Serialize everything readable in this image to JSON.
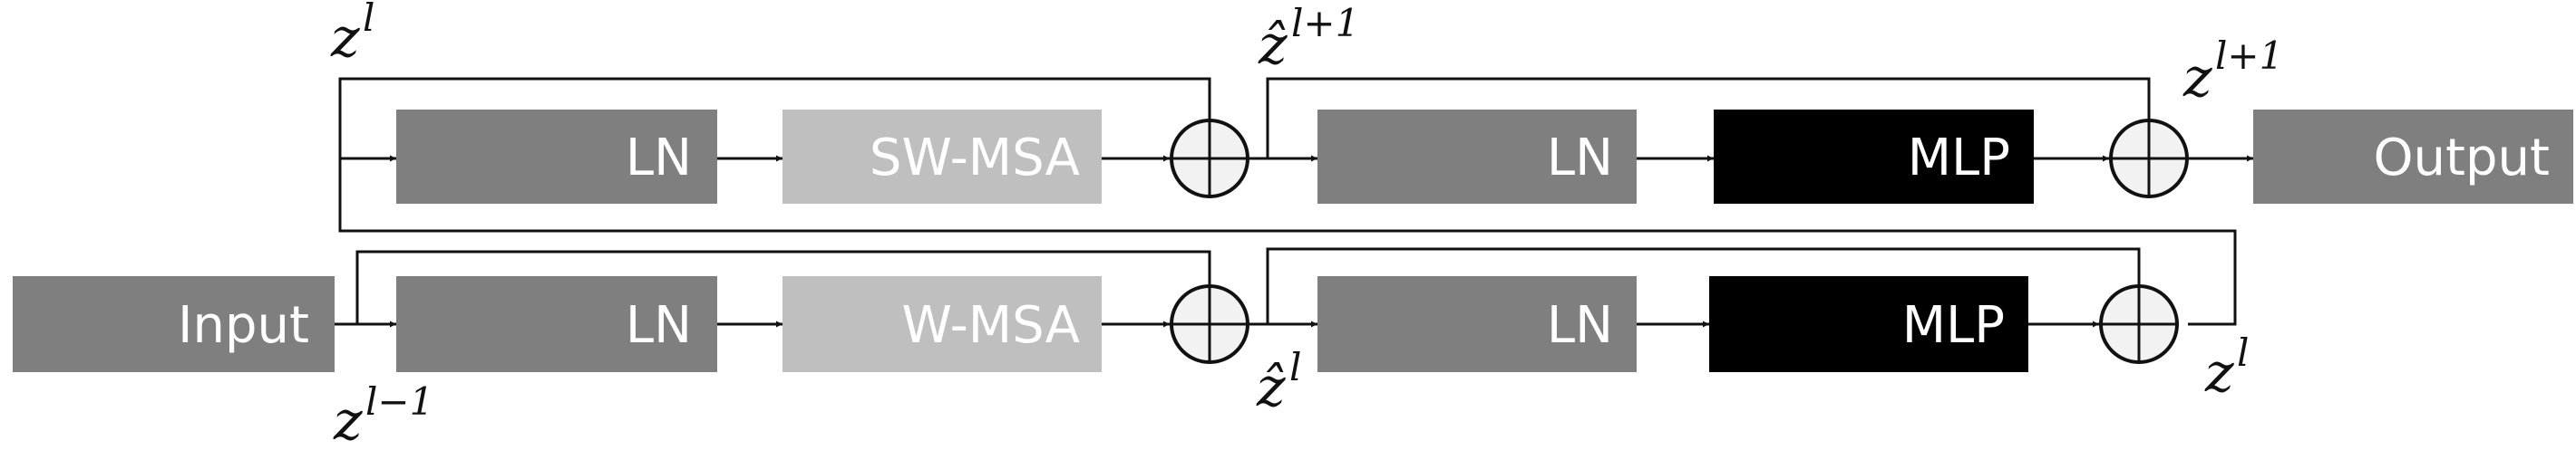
{
  "colors": {
    "ln": "#7f7f7f",
    "msa": "#bfbfbf",
    "mlp": "#000000",
    "io": "#7f7f7f",
    "text": "#ffffff",
    "wire": "#111111"
  },
  "top_row": {
    "ln1": "LN",
    "msa": "SW-MSA",
    "ln2": "LN",
    "mlp": "MLP",
    "output": "Output"
  },
  "bottom_row": {
    "input": "Input",
    "ln1": "LN",
    "msa": "W-MSA",
    "ln2": "LN",
    "mlp": "MLP"
  },
  "labels": {
    "z_l_top": {
      "base": "z",
      "sup": "l"
    },
    "zhat_l1": {
      "base": "ẑ",
      "sup": "l+1"
    },
    "z_l1": {
      "base": "z",
      "sup": "l+1"
    },
    "z_lm1": {
      "base": "z",
      "sup": "l−1"
    },
    "zhat_l": {
      "base": "ẑ",
      "sup": "l"
    },
    "z_l_bottom": {
      "base": "z",
      "sup": "l"
    }
  }
}
